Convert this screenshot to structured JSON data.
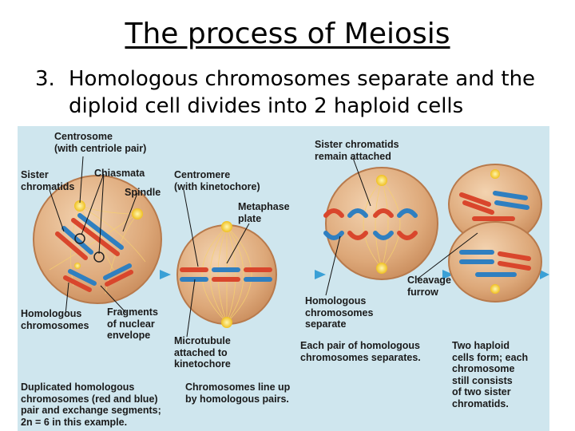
{
  "slide": {
    "title": "The process of Meiosis",
    "point_number": "3.",
    "point_text": "Homologous chromosomes separate and the diploid cell divides into 2 haploid cells"
  },
  "figure": {
    "labels": {
      "centrosome": "Centrosome\n(with centriole pair)",
      "sister_chromatids": "Sister\nchromatids",
      "chiasmata": "Chiasmata",
      "spindle": "Spindle",
      "centromere": "Centromere\n(with kinetochore)",
      "metaphase_plate": "Metaphase\nplate",
      "sister_remain": "Sister chromatids\nremain attached",
      "cleavage_furrow": "Cleavage\nfurrow",
      "homologous_chromosomes": "Homologous\nchromosomes",
      "fragments": "Fragments\nof nuclear\nenvelope",
      "microtubule": "Microtubule\nattached to\nkinetochore",
      "homologous_separate": "Homologous\nchromosomes\nseparate",
      "each_pair": "Each pair of homologous\nchromosomes separates.",
      "two_haploid": "Two haploid\ncells form; each\nchromosome\nstill consists\nof two sister\nchromatids.",
      "duplicated": "Duplicated homologous\nchromosomes (red and blue)\npair and exchange segments;\n2n = 6 in this example.",
      "line_up": "Chromosomes line up\nby homologous pairs."
    },
    "colors": {
      "background": "#cfe6ee",
      "cell": "#e0b48c",
      "red_chromosome": "#d9462c",
      "blue_chromosome": "#2f7fc0",
      "centrosome": "#f2d23a",
      "arrow": "#3aa0d6"
    }
  }
}
